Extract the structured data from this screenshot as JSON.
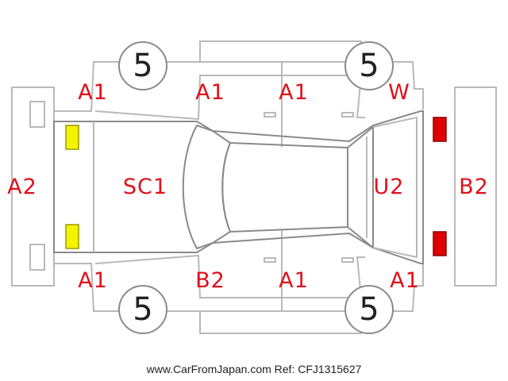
{
  "diagram": {
    "codes": {
      "front_bumper": "A2",
      "hood": "SC1",
      "roof": "",
      "tailgate": "U2",
      "rear_bumper": "B2",
      "top_left_fender": "A1",
      "top_front_door": "A1",
      "top_rear_door": "A1",
      "top_rear_quarter": "W",
      "bottom_left_fender": "A1",
      "bottom_front_door": "B2",
      "bottom_rear_door": "A1",
      "bottom_rear_quarter": "A1"
    },
    "wheels": {
      "top_front": "5",
      "top_rear": "5",
      "bottom_front": "5",
      "bottom_rear": "5"
    },
    "marker_colors": {
      "front_lights": "#f4f400",
      "rear_lights": "#e00000"
    }
  },
  "footer": {
    "site": "www.CarFromJapan.com",
    "ref": "Ref: CFJ1315627"
  }
}
